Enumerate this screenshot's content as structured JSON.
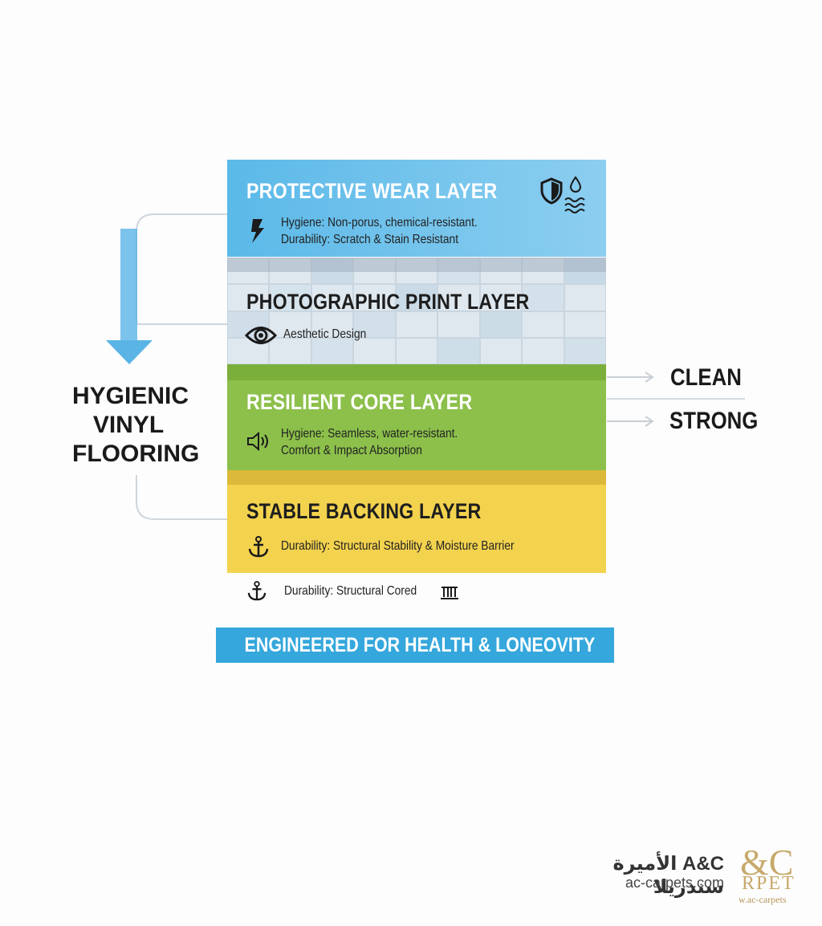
{
  "layers": {
    "wear": {
      "title": "PROTECTIVE WEAR LAYER",
      "line1": "Hygiene: Non-porus, chemical-resistant.",
      "line2": "Durability: Scratch & Stain Resistant"
    },
    "print": {
      "title": "PHOTOGRAPHIC PRINT LAYER",
      "line1": "Aesthetic Design"
    },
    "core": {
      "title": "RESILIENT CORE LAYER",
      "line1": "Hygiene: Seamless, water-resistant.",
      "line2": "Comfort & Impact Absorption"
    },
    "backing": {
      "title": "STABLE BACKING LAYER",
      "line1": "Durability: Structural Stability & Moisture Barrier"
    }
  },
  "below_note": "Durability: Structural Cored",
  "left_label": [
    "HYGIENIC",
    "VINYL",
    "FLOORING"
  ],
  "right_labels": {
    "clean": "CLEAN",
    "strong": "STRONG"
  },
  "banner": "ENGINEERED FOR HEALTH & LONEOVITY",
  "brand": {
    "arabic": "A&C الأميرة سندريلا",
    "url": "ac-carpets.com",
    "logo_mark": "&C",
    "logo_sub": "RPET",
    "logo_url": "w.ac-carpets"
  },
  "colors": {
    "wear": "#5bb9e8",
    "core": "#8cc04b",
    "backing": "#f3d24e",
    "banner": "#35a7dc",
    "arrow": "#5ab4e6"
  },
  "icons": {
    "wear_left": "lightning-icon",
    "wear_right": [
      "shield-icon",
      "water-drop-icon",
      "water-waves-icon"
    ],
    "print": "eye-icon",
    "core": "sound-icon",
    "backing": "anchor-icon",
    "below_left": "anchor-icon",
    "below_right": "pillar-structure-icon"
  }
}
